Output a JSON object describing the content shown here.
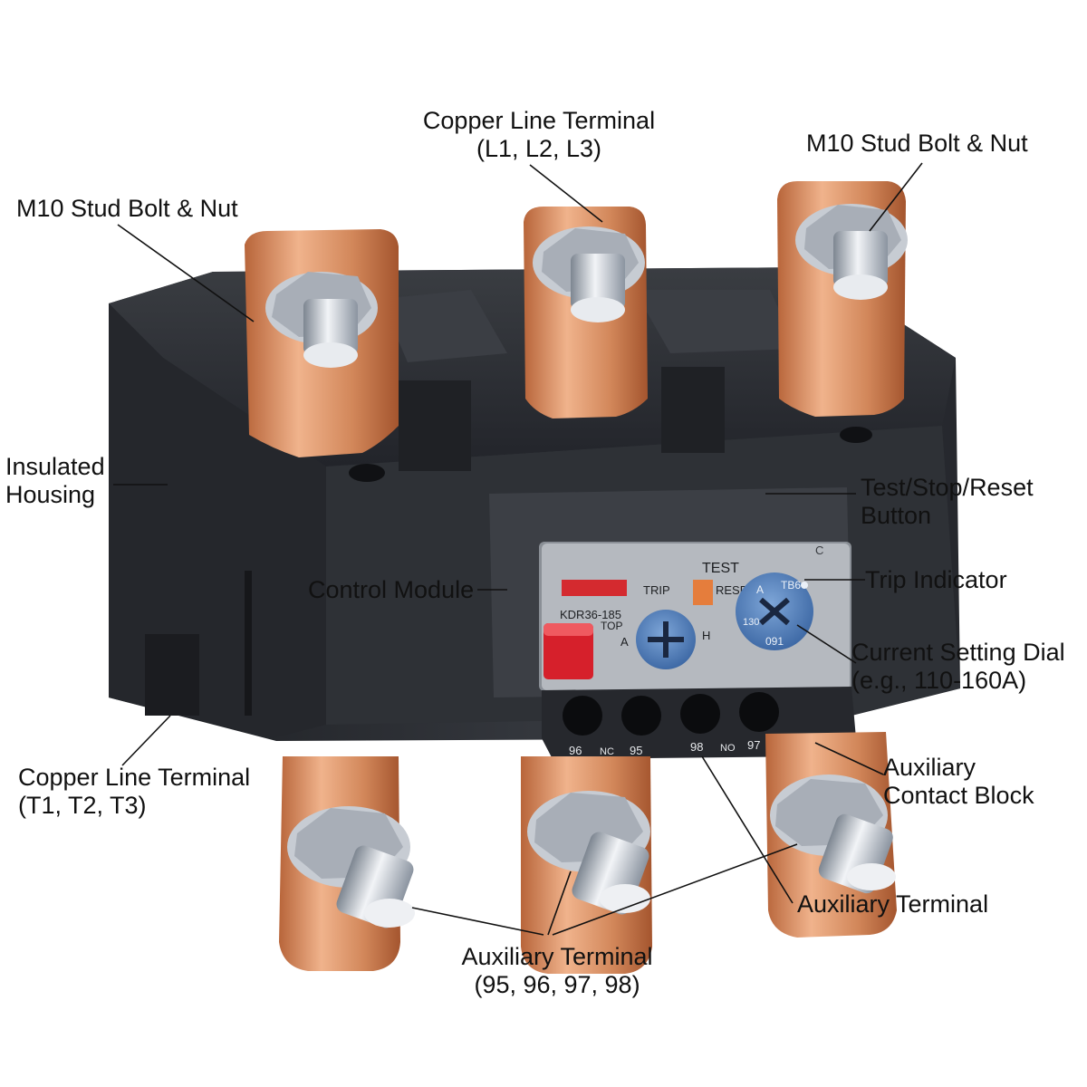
{
  "callouts": {
    "top_left_stud": [
      "M10 Stud Bolt & Nut"
    ],
    "top_center_terminal": [
      "Copper Line Terminal",
      "(L1, L2, L3)"
    ],
    "top_right_stud": [
      "M10 Stud Bolt & Nut"
    ],
    "insulated_housing": [
      "Insulated",
      "Housing"
    ],
    "test_stop_reset": [
      "Test/Stop/Reset",
      "Button"
    ],
    "control_module": [
      "Control Module"
    ],
    "trip_indicator": [
      "Trip Indicator"
    ],
    "current_setting_dial": [
      "Current Setting Dial",
      "(e.g., 110-160A)"
    ],
    "bottom_left_terminal": [
      "Copper Line Terminal",
      "(T1, T2, T3)"
    ],
    "auxiliary_contact_block": [
      "Auxiliary",
      "Contact Block"
    ],
    "auxiliary_terminal_right": [
      "Auxiliary Terminal"
    ],
    "auxiliary_terminal_bottom": [
      "Auxiliary Terminal",
      "(95, 96, 97, 98)"
    ]
  },
  "panel": {
    "model": "KDR36-185",
    "trip": "TRIP",
    "test": "TEST",
    "reset": "RESET",
    "stop": "TOP",
    "knob_a": "A",
    "knob_h": "H",
    "dial_top": "TB6",
    "dial_a": "A",
    "dial_left": "130",
    "dial_bottom": "091",
    "corner": "C",
    "terminal_96": "96",
    "terminal_nc": "NC",
    "terminal_95": "95",
    "terminal_98": "98",
    "terminal_no": "NO",
    "terminal_97": "97"
  },
  "colors": {
    "housing": "#2b2d31",
    "copper": "#d48a5c",
    "bolt": "#c9ced6",
    "reset_button": "#d6202b",
    "dial": "#5a86bf"
  }
}
